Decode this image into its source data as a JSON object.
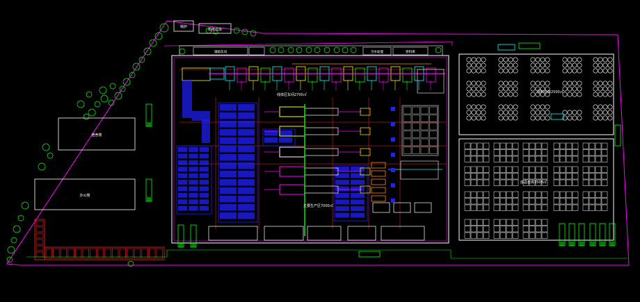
{
  "labels": {
    "weibu": "锅炉",
    "shebei_zhuanfang": "机修仓库",
    "chejian_top": "辅助车间",
    "wushui": "污水处理",
    "yuancailiao_top": "原料库",
    "line_area": "线体区车间2700㎡",
    "shengchan": "主要生产区7000㎡",
    "yuanliao_area": "原料仓库2500㎡",
    "chengpin_area": "成品仓库3500㎡",
    "guanlilou": "宿舍楼",
    "bangonglou": "办公楼"
  },
  "colors": {
    "background": "#000000",
    "green": "#00ff00",
    "white": "#ffffff",
    "magenta": "#ff00ff",
    "blue": "#2020ff",
    "cyan": "#00ffff",
    "yellow": "#ffff00",
    "red": "#ff2020",
    "orange": "#ff8c00"
  }
}
